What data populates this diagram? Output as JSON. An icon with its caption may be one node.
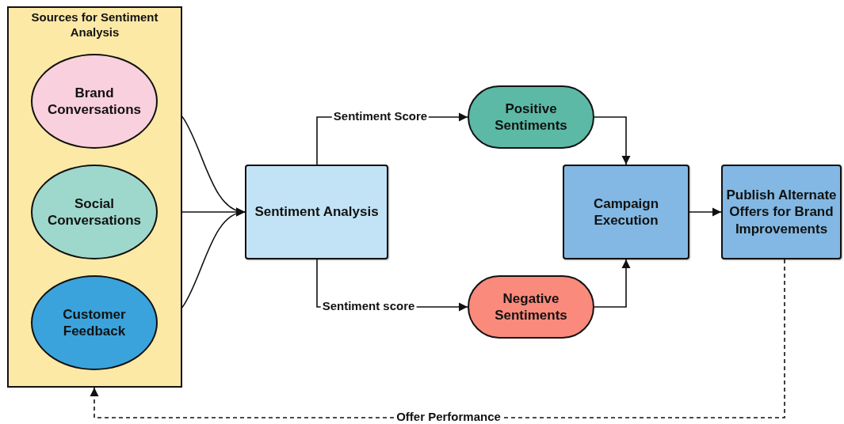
{
  "diagram": {
    "nodes": [
      {
        "text": [
          "Sources for Sentiment Analysis"
        ]
      },
      {
        "text": [
          "Brand Conversations"
        ],
        "in": 0
      },
      {
        "text": [
          "Social Conversations"
        ],
        "in": 0
      },
      {
        "text": [
          "Customer Feedback"
        ],
        "in": 0
      },
      {
        "text": [
          "Sentiment Analysis"
        ]
      },
      {
        "text": [
          "Positive Sentiments"
        ]
      },
      {
        "text": [
          "Negative Sentiments"
        ]
      },
      {
        "text": [
          "Campaign Execution"
        ]
      },
      {
        "text": [
          "Publish Alternate Offers for Brand Improvements"
        ]
      }
    ],
    "edges": [
      {
        "from": 1,
        "to": 4,
        "arrow": "to"
      },
      {
        "from": 2,
        "to": 4,
        "arrow": "to"
      },
      {
        "from": 3,
        "to": 4,
        "arrow": "to"
      },
      {
        "from": 4,
        "to": 5,
        "arrow": "to",
        "label": "Sentiment Score"
      },
      {
        "from": 4,
        "to": 6,
        "arrow": "to",
        "label": "Sentiment score"
      },
      {
        "from": 5,
        "to": 7,
        "arrow": "to"
      },
      {
        "from": 6,
        "to": 7,
        "arrow": "to"
      },
      {
        "from": 7,
        "to": 8,
        "arrow": "to"
      },
      {
        "from": 8,
        "to": 0,
        "arrow": "to",
        "style": "dashed",
        "label": "Offer Performance"
      }
    ]
  }
}
